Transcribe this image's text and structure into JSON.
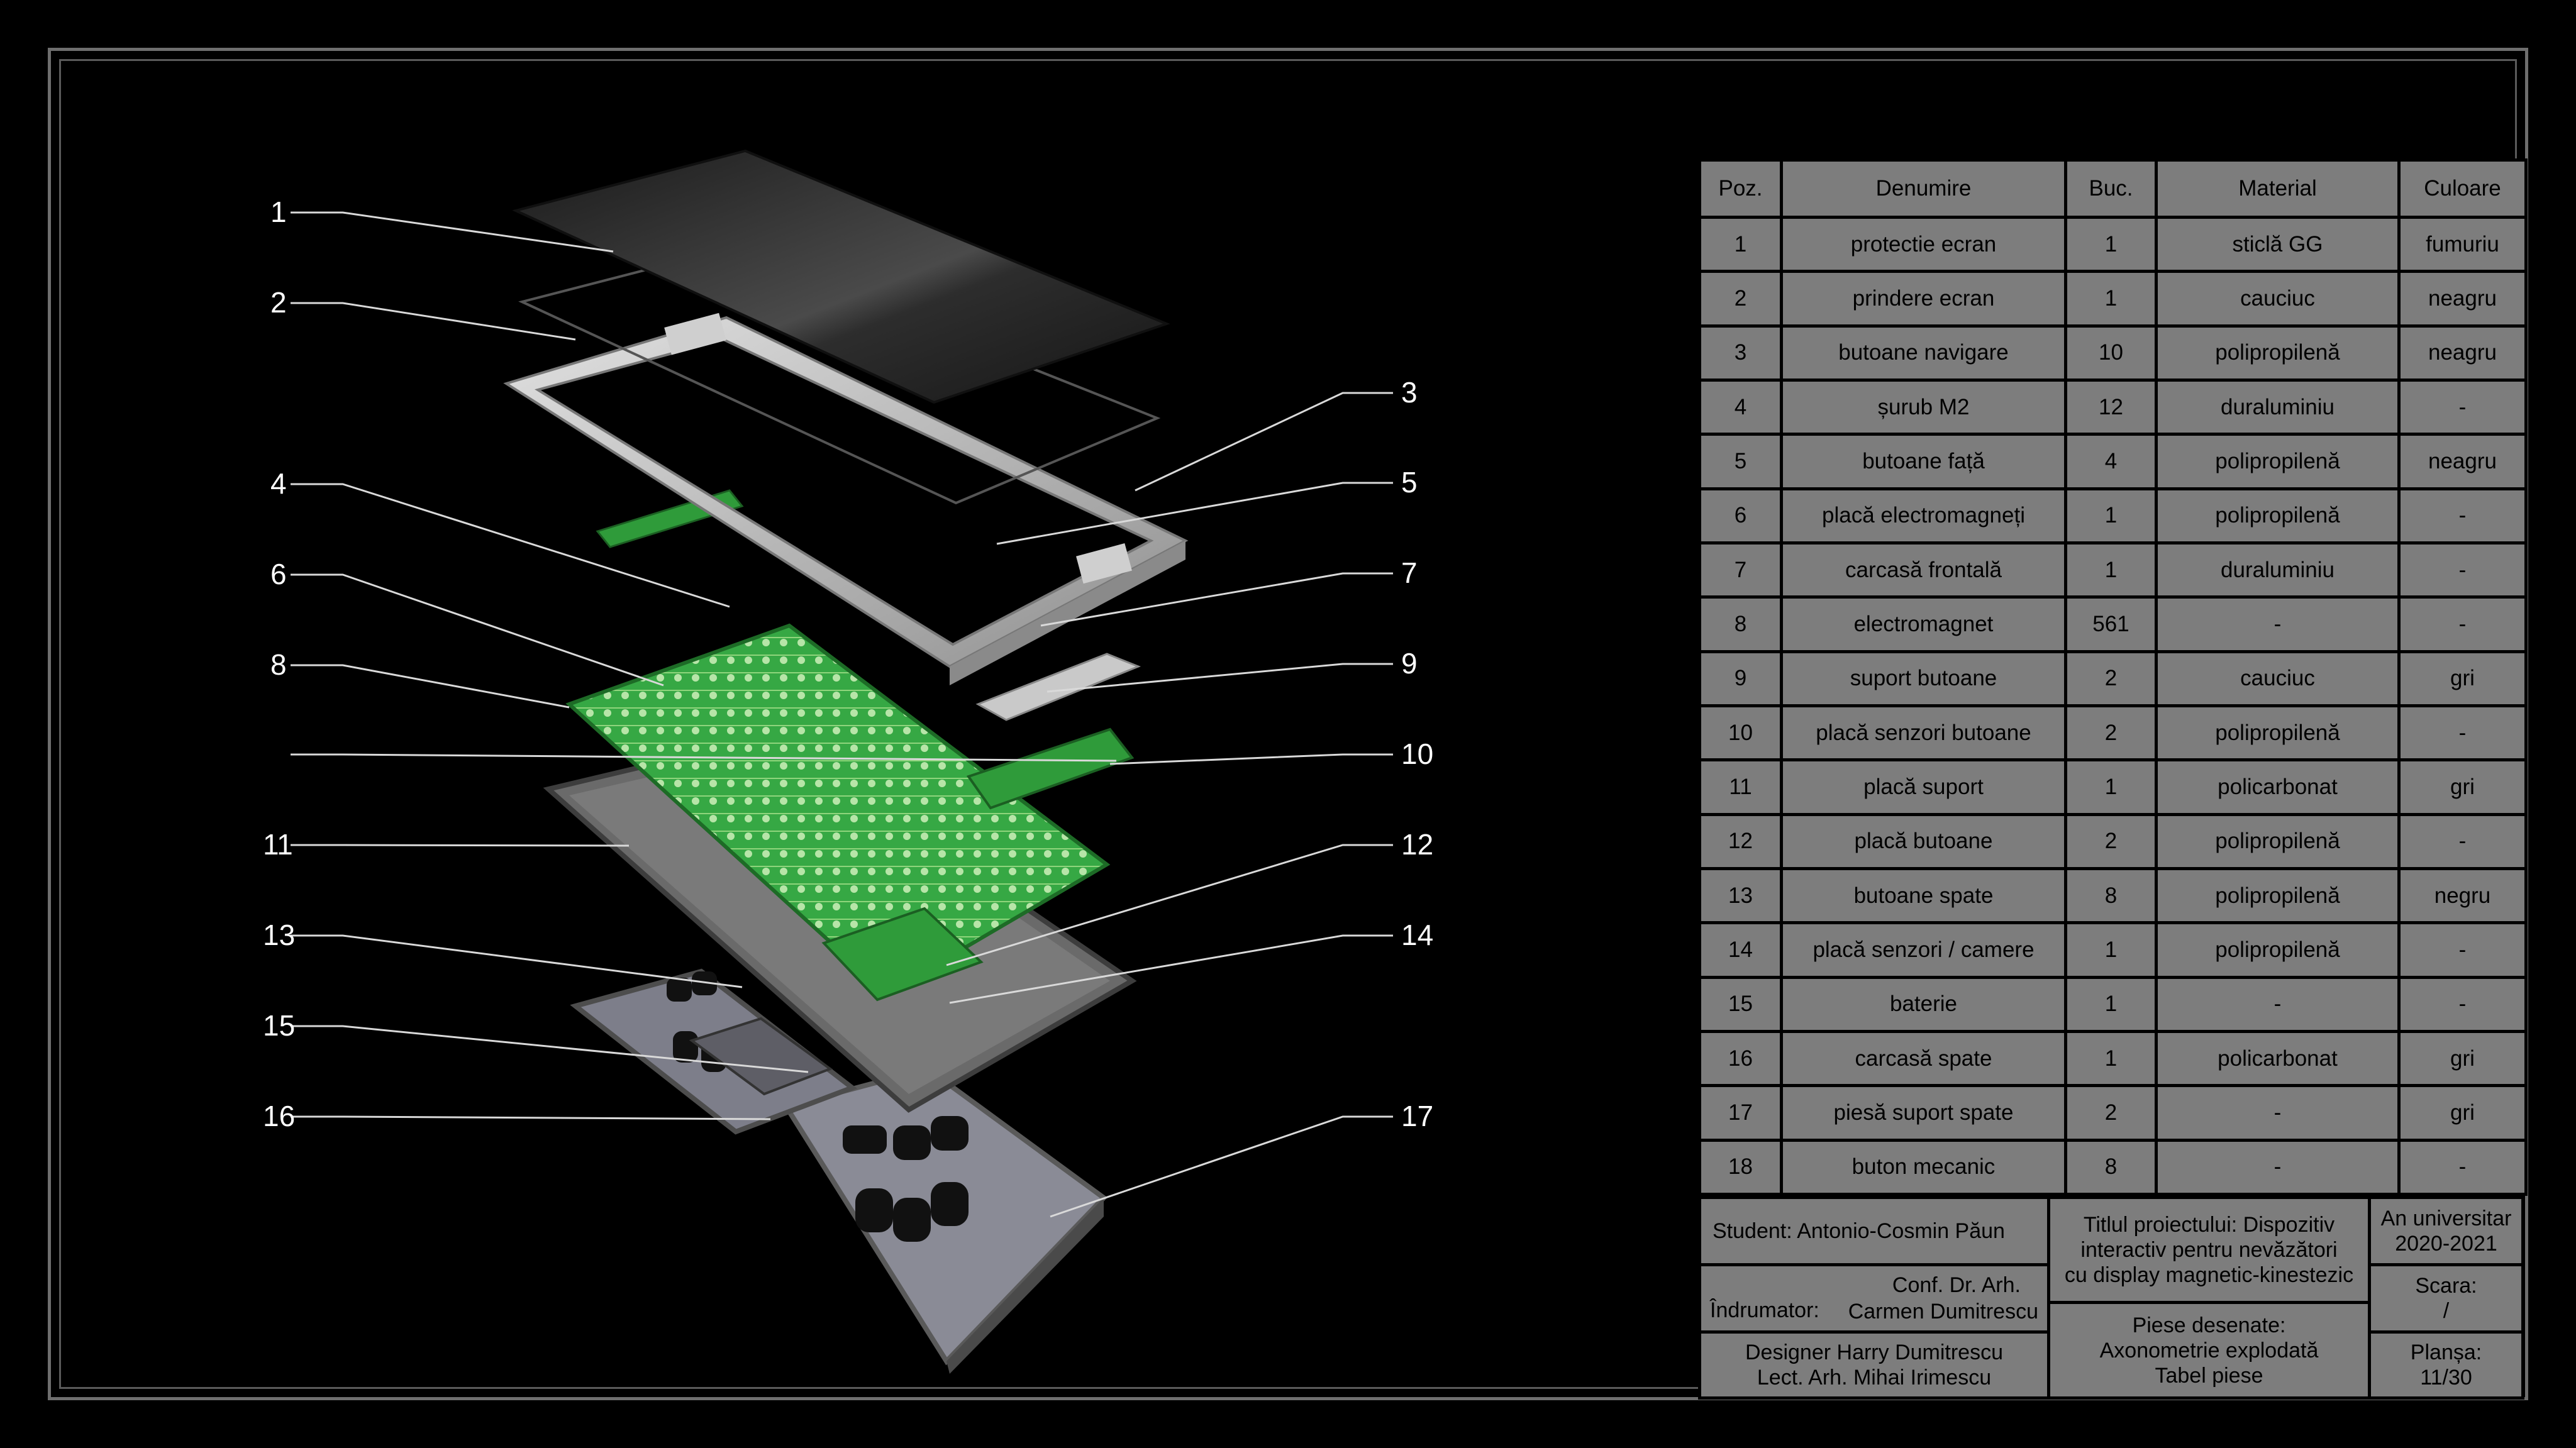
{
  "colors": {
    "background": "#000000",
    "frame": "#6e6e6e",
    "table_fill": "#7d7d7d",
    "pcb_green": "#2f9b3a",
    "glass": "#2b2b2b",
    "frame_metal": "#c9c9c9",
    "back_plate": "#7c7d8c",
    "callout_line": "#d9d9d9"
  },
  "callouts": [
    "1",
    "2",
    "3",
    "4",
    "5",
    "6",
    "7",
    "8",
    "9",
    "10",
    "11",
    "12",
    "13",
    "14",
    "15",
    "16",
    "17"
  ],
  "table": {
    "headers": [
      "Poz.",
      "Denumire",
      "Buc.",
      "Material",
      "Culoare"
    ],
    "rows": [
      [
        "1",
        "protectie ecran",
        "1",
        "sticlă GG",
        "fumuriu"
      ],
      [
        "2",
        "prindere ecran",
        "1",
        "cauciuc",
        "neagru"
      ],
      [
        "3",
        "butoane navigare",
        "10",
        "polipropilenă",
        "neagru"
      ],
      [
        "4",
        "șurub M2",
        "12",
        "duraluminiu",
        "-"
      ],
      [
        "5",
        "butoane față",
        "4",
        "polipropilenă",
        "neagru"
      ],
      [
        "6",
        "placă electromagneți",
        "1",
        "polipropilenă",
        "-"
      ],
      [
        "7",
        "carcasă frontală",
        "1",
        "duraluminiu",
        "-"
      ],
      [
        "8",
        "electromagnet",
        "561",
        "-",
        "-"
      ],
      [
        "9",
        "suport butoane",
        "2",
        "cauciuc",
        "gri"
      ],
      [
        "10",
        "placă senzori butoane",
        "2",
        "polipropilenă",
        "-"
      ],
      [
        "11",
        "placă suport",
        "1",
        "policarbonat",
        "gri"
      ],
      [
        "12",
        "placă butoane",
        "2",
        "polipropilenă",
        "-"
      ],
      [
        "13",
        "butoane spate",
        "8",
        "polipropilenă",
        "negru"
      ],
      [
        "14",
        "placă senzori / camere",
        "1",
        "polipropilenă",
        "-"
      ],
      [
        "15",
        "baterie",
        "1",
        "-",
        "-"
      ],
      [
        "16",
        "carcasă spate",
        "1",
        "policarbonat",
        "gri"
      ],
      [
        "17",
        "piesă suport spate",
        "2",
        "-",
        "gri"
      ],
      [
        "18",
        "buton mecanic",
        "8",
        "-",
        "-"
      ]
    ]
  },
  "title_block": {
    "student": "Student: Antonio-Cosmin Păun",
    "project_title_l1": "Titlul proiectului: Dispozitiv",
    "project_title_l2": "interactiv pentru nevăzători",
    "project_title_l3": "cu display magnetic-kinestezic",
    "year_label": "An universitar",
    "year_value": "2020-2021",
    "supervisor_label": "Îndrumator:",
    "supervisor_l1": "Conf. Dr. Arh.",
    "supervisor_l2": "Carmen Dumitrescu",
    "scale_label": "Scara:",
    "scale_value": "/",
    "designer_l1": "Designer Harry Dumitrescu",
    "designer_l2": "Lect. Arh. Mihai Irimescu",
    "drawn_l1": "Piese desenate:",
    "drawn_l2": "Axonometrie explodată",
    "drawn_l3": "Tabel piese",
    "sheet_label": "Planșa:",
    "sheet_value": "11/30"
  }
}
